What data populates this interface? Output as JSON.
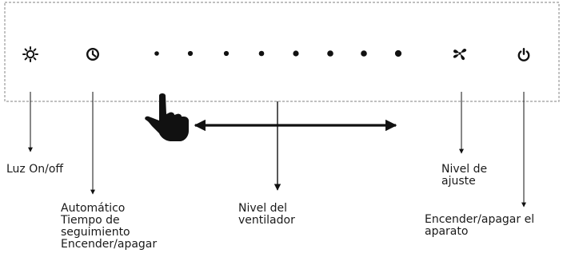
{
  "panel": {
    "buttons": [
      {
        "name": "light",
        "icon": "sun-icon"
      },
      {
        "name": "timer",
        "icon": "clock-icon"
      },
      {
        "name": "speed-1",
        "icon": "dot-icon"
      },
      {
        "name": "speed-2",
        "icon": "dot-icon"
      },
      {
        "name": "speed-3",
        "icon": "dot-icon"
      },
      {
        "name": "speed-4",
        "icon": "dot-icon"
      },
      {
        "name": "speed-5",
        "icon": "dot-icon"
      },
      {
        "name": "speed-6",
        "icon": "dot-icon"
      },
      {
        "name": "speed-7",
        "icon": "dot-icon"
      },
      {
        "name": "speed-8",
        "icon": "dot-icon"
      },
      {
        "name": "adjust",
        "icon": "fan-icon"
      },
      {
        "name": "power",
        "icon": "power-icon"
      }
    ],
    "gesture": {
      "icon": "hand-pointer-icon",
      "arrow": "double-arrow-icon"
    }
  },
  "labels": {
    "light": {
      "lines": [
        "Luz On/off"
      ]
    },
    "timer": {
      "lines": [
        "Automático",
        "Tiempo de",
        "seguimiento",
        "Encender/apagar"
      ]
    },
    "fan_level": {
      "lines": [
        "Nivel del",
        "ventilador"
      ]
    },
    "adjust_level": {
      "lines": [
        "Nivel de",
        "ajuste"
      ]
    },
    "power": {
      "lines": [
        "Encender/apagar el",
        "aparato"
      ]
    }
  },
  "colors": {
    "ink": "#111111",
    "border": "#9a9a9a",
    "text": "#1a1a1a"
  }
}
